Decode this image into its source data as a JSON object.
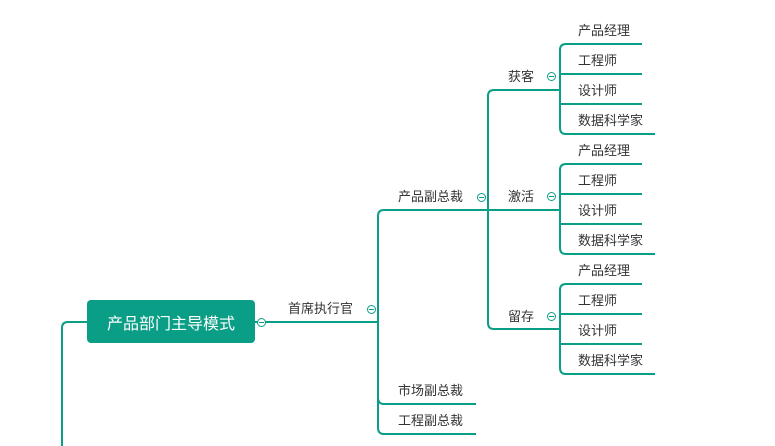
{
  "root": {
    "label": "产品部门主导模式"
  },
  "ceo": {
    "label": "首席执行官"
  },
  "vps": [
    {
      "label": "产品副总裁",
      "stages": [
        {
          "label": "获客",
          "roles": [
            "产品经理",
            "工程师",
            "设计师",
            "数据科学家"
          ]
        },
        {
          "label": "激活",
          "roles": [
            "产品经理",
            "工程师",
            "设计师",
            "数据科学家"
          ]
        },
        {
          "label": "留存",
          "roles": [
            "产品经理",
            "工程师",
            "设计师",
            "数据科学家"
          ]
        }
      ]
    },
    {
      "label": "市场副总裁"
    },
    {
      "label": "工程副总裁"
    }
  ],
  "colors": {
    "line": "#0a9e86",
    "root_bg": "#0a9e86",
    "root_text": "#ffffff",
    "text": "#333333"
  }
}
